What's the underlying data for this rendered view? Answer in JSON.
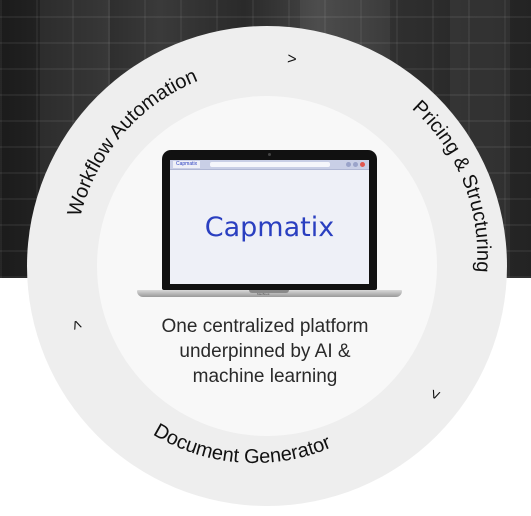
{
  "ring": {
    "segments": [
      {
        "label": "Workflow Automation"
      },
      {
        "label": "Pricing & Structuring"
      },
      {
        "label": "Document Generator"
      }
    ],
    "arrow_glyph": ">"
  },
  "laptop": {
    "tab_label": "Capmatix",
    "brand": "Capmatix",
    "base_label": "MacBook"
  },
  "tagline": {
    "line1": "One centralized platform",
    "line2": "underpinned by AI &",
    "line3": "machine learning"
  },
  "colors": {
    "brand_blue": "#2a3fc0",
    "ring": "#eeeeee",
    "center": "#f8f8f8"
  }
}
